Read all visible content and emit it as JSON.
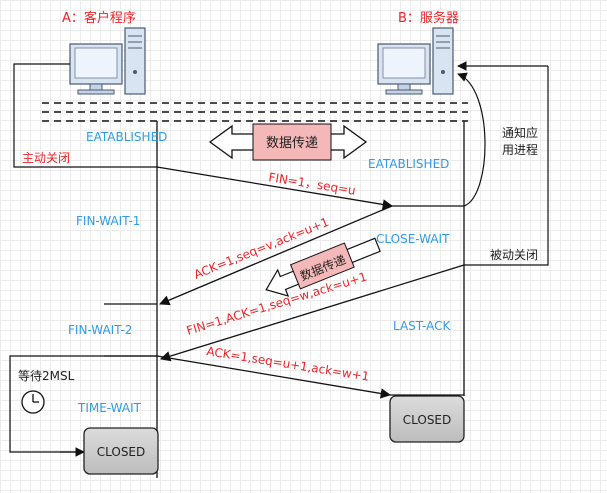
{
  "client": {
    "title": "A：客户程序"
  },
  "server": {
    "title": "B：服务器"
  },
  "labels": {
    "client_established": "EATABLISHED",
    "active_close": "主动关闭",
    "data_transfer_top": "数据传递",
    "server_established": "EATABLISHED",
    "notify_app": [
      "通知应",
      "用进程"
    ],
    "fin_wait_1": "FIN-WAIT-1",
    "close_wait": "CLOSE-WAIT",
    "passive_close": "被动关闭",
    "data_transfer_mid": "数据传递",
    "fin_wait_2": "FIN-WAIT-2",
    "last_ack": "LAST-ACK",
    "wait_2msl": "等待2MSL",
    "time_wait": "TIME-WAIT",
    "client_closed": "CLOSED",
    "server_closed": "CLOSED"
  },
  "messages": {
    "fin1": "FIN=1，seq=u",
    "ack1": "ACK=1,seq=v,ack=u+1",
    "fin2": "FIN=1,ACK=1,seq=w,ack=u+1",
    "ack2": "ACK=1,seq=u+1,ack=w+1"
  },
  "colors": {
    "state_text": "#2f9be3",
    "red_text": "#e8262a",
    "arrow": "#111111",
    "data_box_fill": "#f4b8b8",
    "closed_fill": "#cfcfcf",
    "computer_body": "#d8e4f2",
    "computer_screen": "#e8f0fb"
  }
}
